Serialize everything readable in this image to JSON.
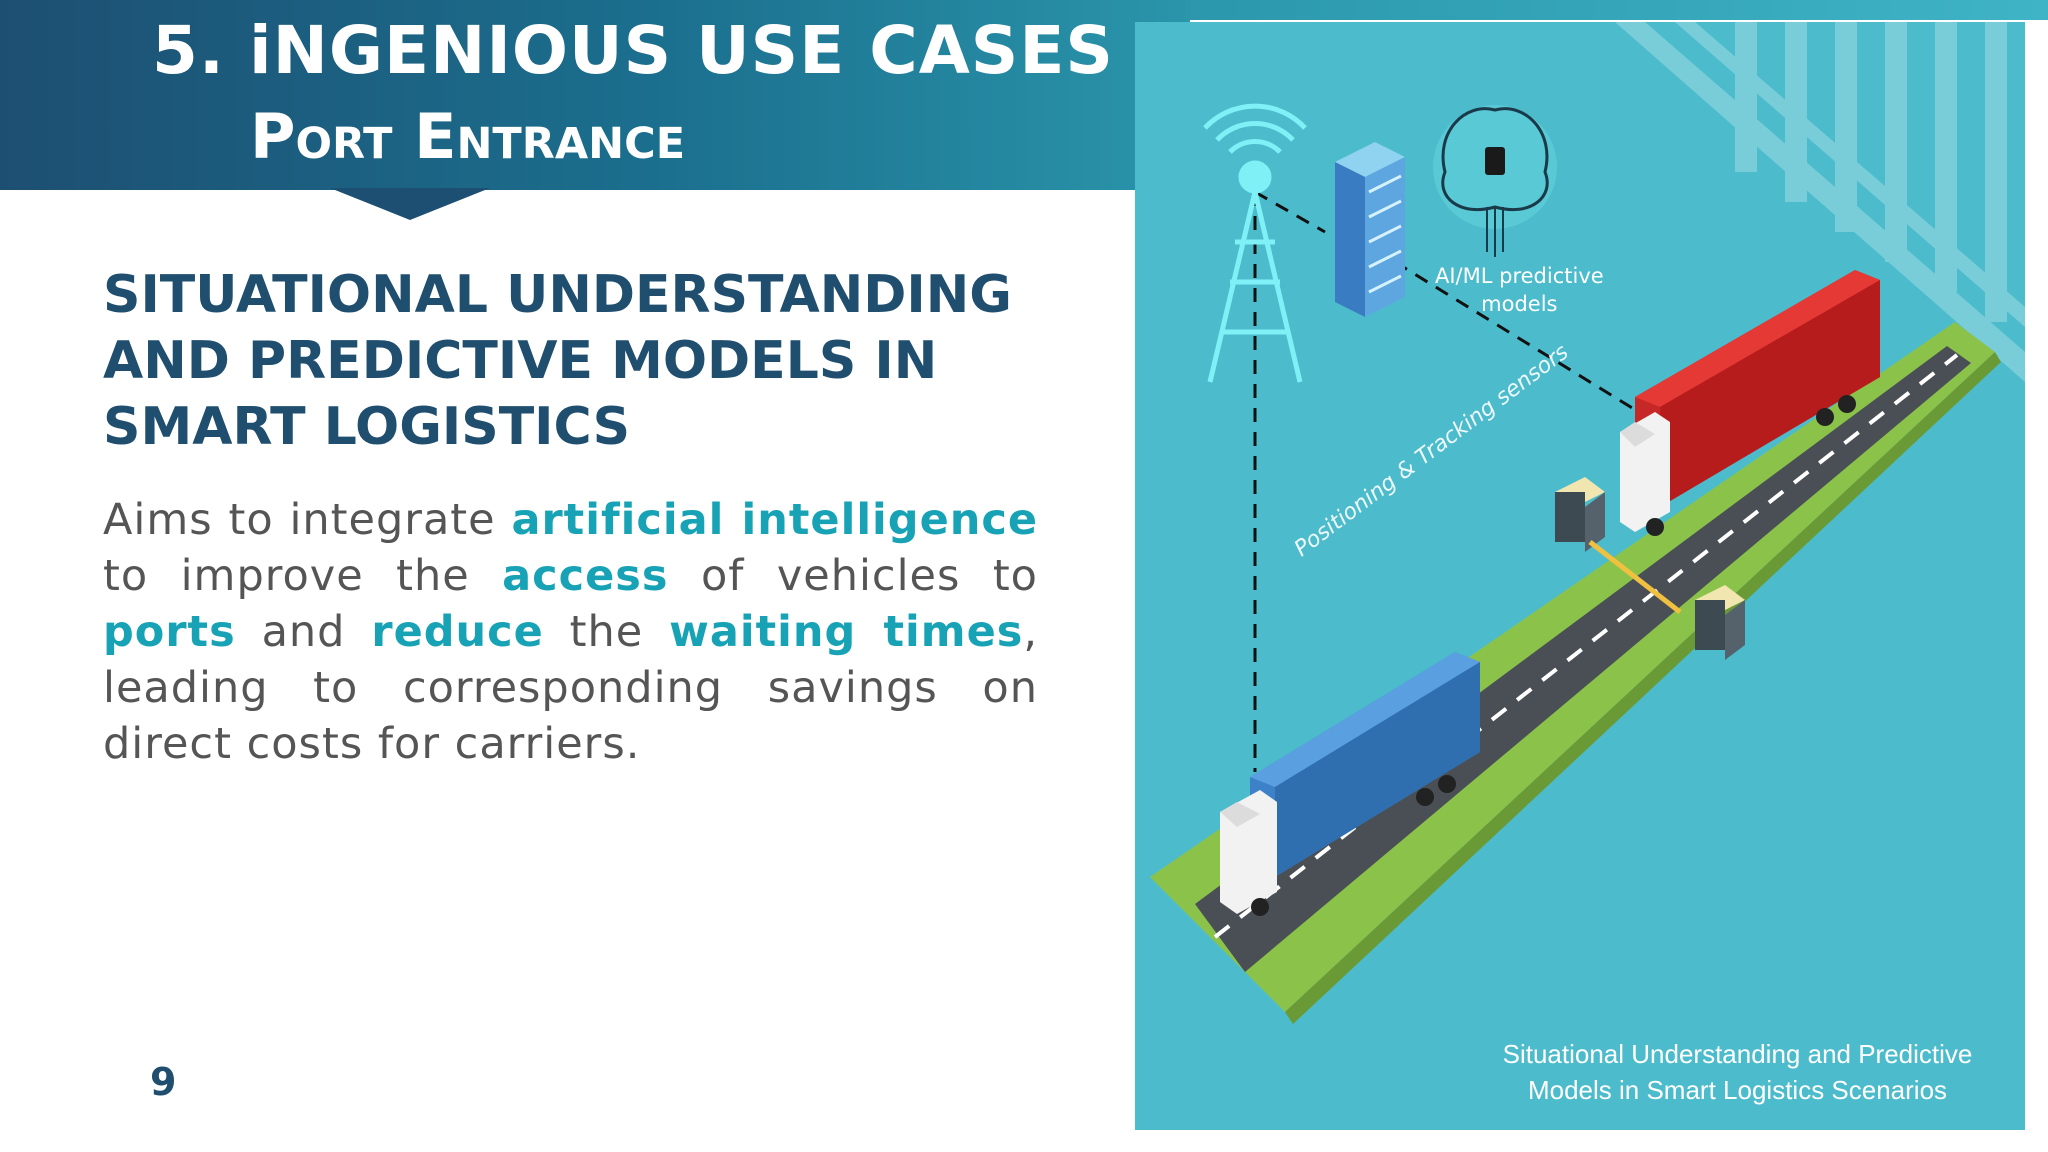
{
  "slide": {
    "title": "5. iNGENIOUS USE CASES",
    "subtitle": "Port Entrance",
    "heading": "SITUATIONAL UNDERSTANDING AND PREDICTIVE MODELS IN SMART LOGISTICS",
    "body": {
      "t1": "Aims to integrate ",
      "h1": "artificial intelligence",
      "t2": " to improve the ",
      "h2": "access",
      "t3": " of vehicles to ",
      "h3": "ports",
      "t4": " and ",
      "h4": "reduce",
      "t5": " the ",
      "h5": "waiting times",
      "t6": ", leading to corresponding savings on direct costs for carriers."
    },
    "page_number": "9"
  },
  "figure": {
    "ai_label_line1": "AI/ML predictive",
    "ai_label_line2": "models",
    "sensor_label": "Positioning & Tracking sensors",
    "caption_line1": "Situational Understanding and Predictive",
    "caption_line2": "Models in Smart Logistics Scenarios",
    "icons": [
      "antenna-tower-icon",
      "server-icon",
      "brain-chip-icon",
      "red-truck-icon",
      "blue-truck-icon",
      "toll-booth-icon"
    ]
  },
  "colors": {
    "banner": "#1d4f72",
    "heading": "#1f4e6e",
    "highlight": "#17a3b5",
    "figure_bg": "#4cbccd",
    "truck_red": "#c62828",
    "truck_blue": "#3d82c8",
    "grass": "#8bc34a",
    "road": "#4a4f55"
  }
}
